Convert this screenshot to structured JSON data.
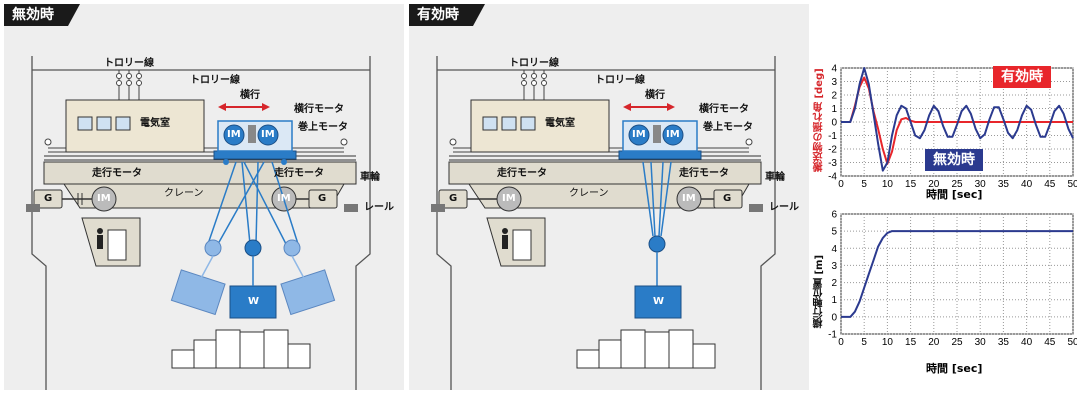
{
  "left_panel": {
    "title": "無効時",
    "trolley_line_top": "トロリー線",
    "trolley_line_side": "トロリー線",
    "traverse": "横行",
    "traverse_motor": "横行モータ",
    "hoist_motor": "巻上モータ",
    "electrical_room": "電気室",
    "travel_motor_left": "走行モータ",
    "travel_motor_right": "走行モータ",
    "crane": "クレーン",
    "wheel": "車輪",
    "rail": "レール",
    "im": "IM",
    "g": "G",
    "w": "W"
  },
  "right_panel": {
    "title": "有効時",
    "trolley_line_top": "トロリー線",
    "trolley_line_side": "トロリー線",
    "traverse": "横行",
    "traverse_motor": "横行モータ",
    "hoist_motor": "巻上モータ",
    "electrical_room": "電気室",
    "travel_motor_left": "走行モータ",
    "travel_motor_right": "走行モータ",
    "crane": "クレーン",
    "wheel": "車輪",
    "rail": "レール",
    "im": "IM",
    "g": "G",
    "w": "W"
  },
  "colors": {
    "enabled": "#e8262b",
    "disabled": "#2b3a8f",
    "trolley_blue": "#2a7cc7",
    "load_blue": "#8fb8e6"
  },
  "chart_data": [
    {
      "type": "line",
      "ylabel": "搬送物の揺れ角 [deg]",
      "xlabel": "時間 [sec]",
      "x_ticks": [
        0,
        5,
        10,
        15,
        20,
        25,
        30,
        35,
        40,
        45,
        50
      ],
      "y_ticks": [
        -4,
        -3,
        -2,
        -1,
        0,
        1,
        2,
        3,
        4
      ],
      "xlim": [
        0,
        50
      ],
      "ylim": [
        -4,
        4
      ],
      "grid": true,
      "series": [
        {
          "name": "有効時",
          "color": "#e8262b",
          "x": [
            0,
            2,
            3,
            4,
            5,
            6,
            7,
            8,
            9,
            10,
            11,
            12,
            13,
            14,
            15,
            16,
            18,
            20,
            50
          ],
          "y": [
            0,
            0,
            1.2,
            2.6,
            3.3,
            2.5,
            0.8,
            -0.5,
            -2.0,
            -3.1,
            -2.2,
            -0.6,
            0.2,
            0.3,
            0.1,
            0,
            0,
            0,
            0
          ]
        },
        {
          "name": "無効時",
          "color": "#2b3a8f",
          "x": [
            0,
            2,
            3,
            4,
            5,
            6,
            7,
            8,
            9,
            10,
            11,
            12,
            13,
            14,
            15,
            16,
            17,
            18,
            19,
            20,
            21,
            22,
            23,
            24,
            25,
            26,
            27,
            28,
            29,
            30,
            31,
            32,
            33,
            34,
            35,
            36,
            37,
            38,
            39,
            40,
            41,
            42,
            43,
            44,
            45,
            46,
            47,
            48,
            49,
            50
          ],
          "y": [
            0,
            0,
            1.0,
            2.8,
            4.0,
            2.8,
            0.6,
            -1.6,
            -3.6,
            -3.0,
            -1.0,
            0.5,
            1.2,
            1.0,
            0,
            -1.0,
            -1.2,
            -0.6,
            0.5,
            1.2,
            0.8,
            -0.3,
            -1.1,
            -1.1,
            -0.2,
            0.8,
            1.2,
            0.6,
            -0.5,
            -1.2,
            -0.9,
            0.2,
            1.1,
            1.1,
            0.2,
            -0.8,
            -1.2,
            -0.6,
            0.5,
            1.2,
            0.9,
            -0.2,
            -1.1,
            -1.1,
            -0.2,
            0.8,
            1.2,
            0.6,
            -0.5,
            -1.2
          ]
        }
      ],
      "legend": [
        {
          "label": "有効時",
          "color": "#e8262b"
        },
        {
          "label": "無効時",
          "color": "#2b3a8f"
        }
      ]
    },
    {
      "type": "line",
      "ylabel": "横行軸位置 [m]",
      "xlabel": "時間 [sec]",
      "x_ticks": [
        0,
        5,
        10,
        15,
        20,
        25,
        30,
        35,
        40,
        45,
        50
      ],
      "y_ticks": [
        -1,
        0,
        1,
        2,
        3,
        4,
        5,
        6
      ],
      "xlim": [
        0,
        50
      ],
      "ylim": [
        -1,
        6
      ],
      "grid": true,
      "series": [
        {
          "color": "#2b3a8f",
          "x": [
            0,
            2,
            3,
            4,
            5,
            6,
            7,
            8,
            9,
            10,
            11,
            50
          ],
          "y": [
            0,
            0,
            0.3,
            0.9,
            1.7,
            2.5,
            3.3,
            4.1,
            4.6,
            4.9,
            5,
            5
          ]
        }
      ]
    }
  ]
}
